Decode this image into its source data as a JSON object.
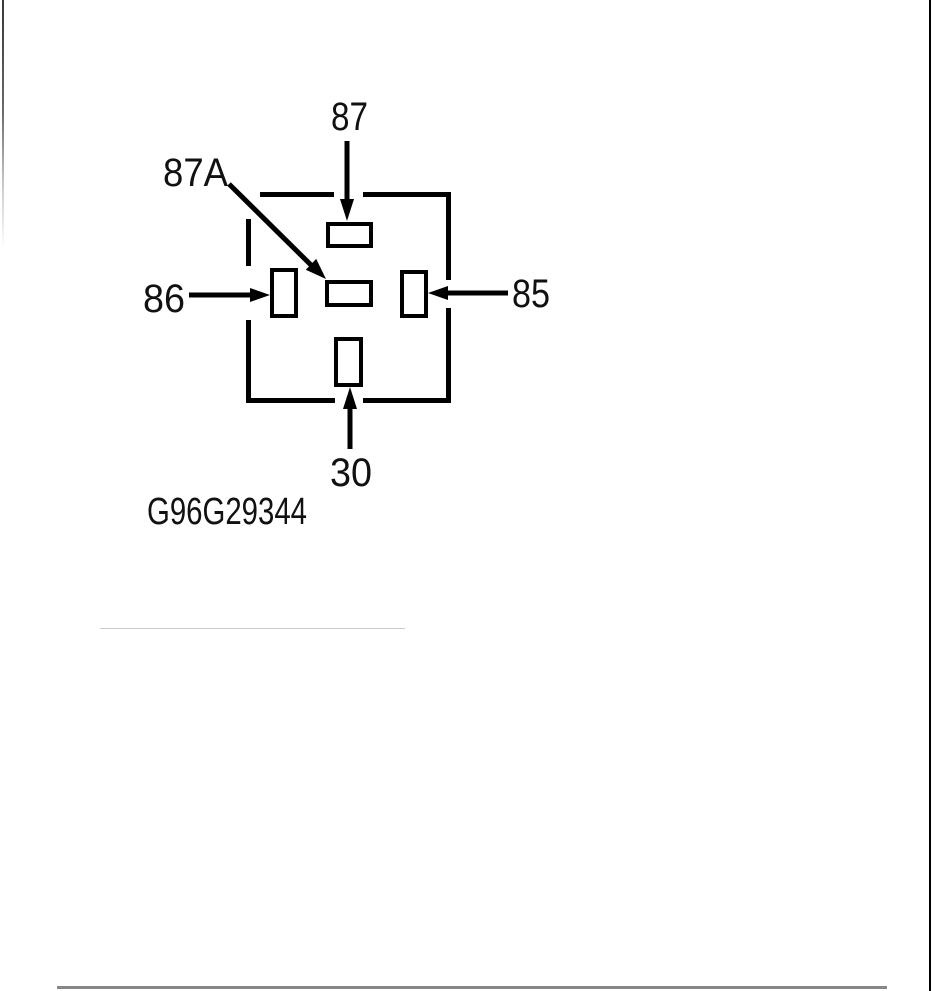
{
  "figure": {
    "type": "relay-pinout-diagram",
    "figure_code": "G96G29344",
    "pins": [
      {
        "label": "87",
        "position": "top",
        "terminal_orientation": "horizontal"
      },
      {
        "label": "87A",
        "position": "center",
        "terminal_orientation": "horizontal"
      },
      {
        "label": "86",
        "position": "left",
        "terminal_orientation": "vertical"
      },
      {
        "label": "85",
        "position": "right",
        "terminal_orientation": "vertical"
      },
      {
        "label": "30",
        "position": "bottom",
        "terminal_orientation": "vertical"
      }
    ],
    "colors": {
      "diagram_line": "#000000",
      "label_text": "#111111",
      "terminal_fill": "#ffffff",
      "light_divider": "#c9c9c9",
      "bottom_rule": "#878787",
      "right_border": "#000000",
      "background": "#ffffff"
    }
  }
}
